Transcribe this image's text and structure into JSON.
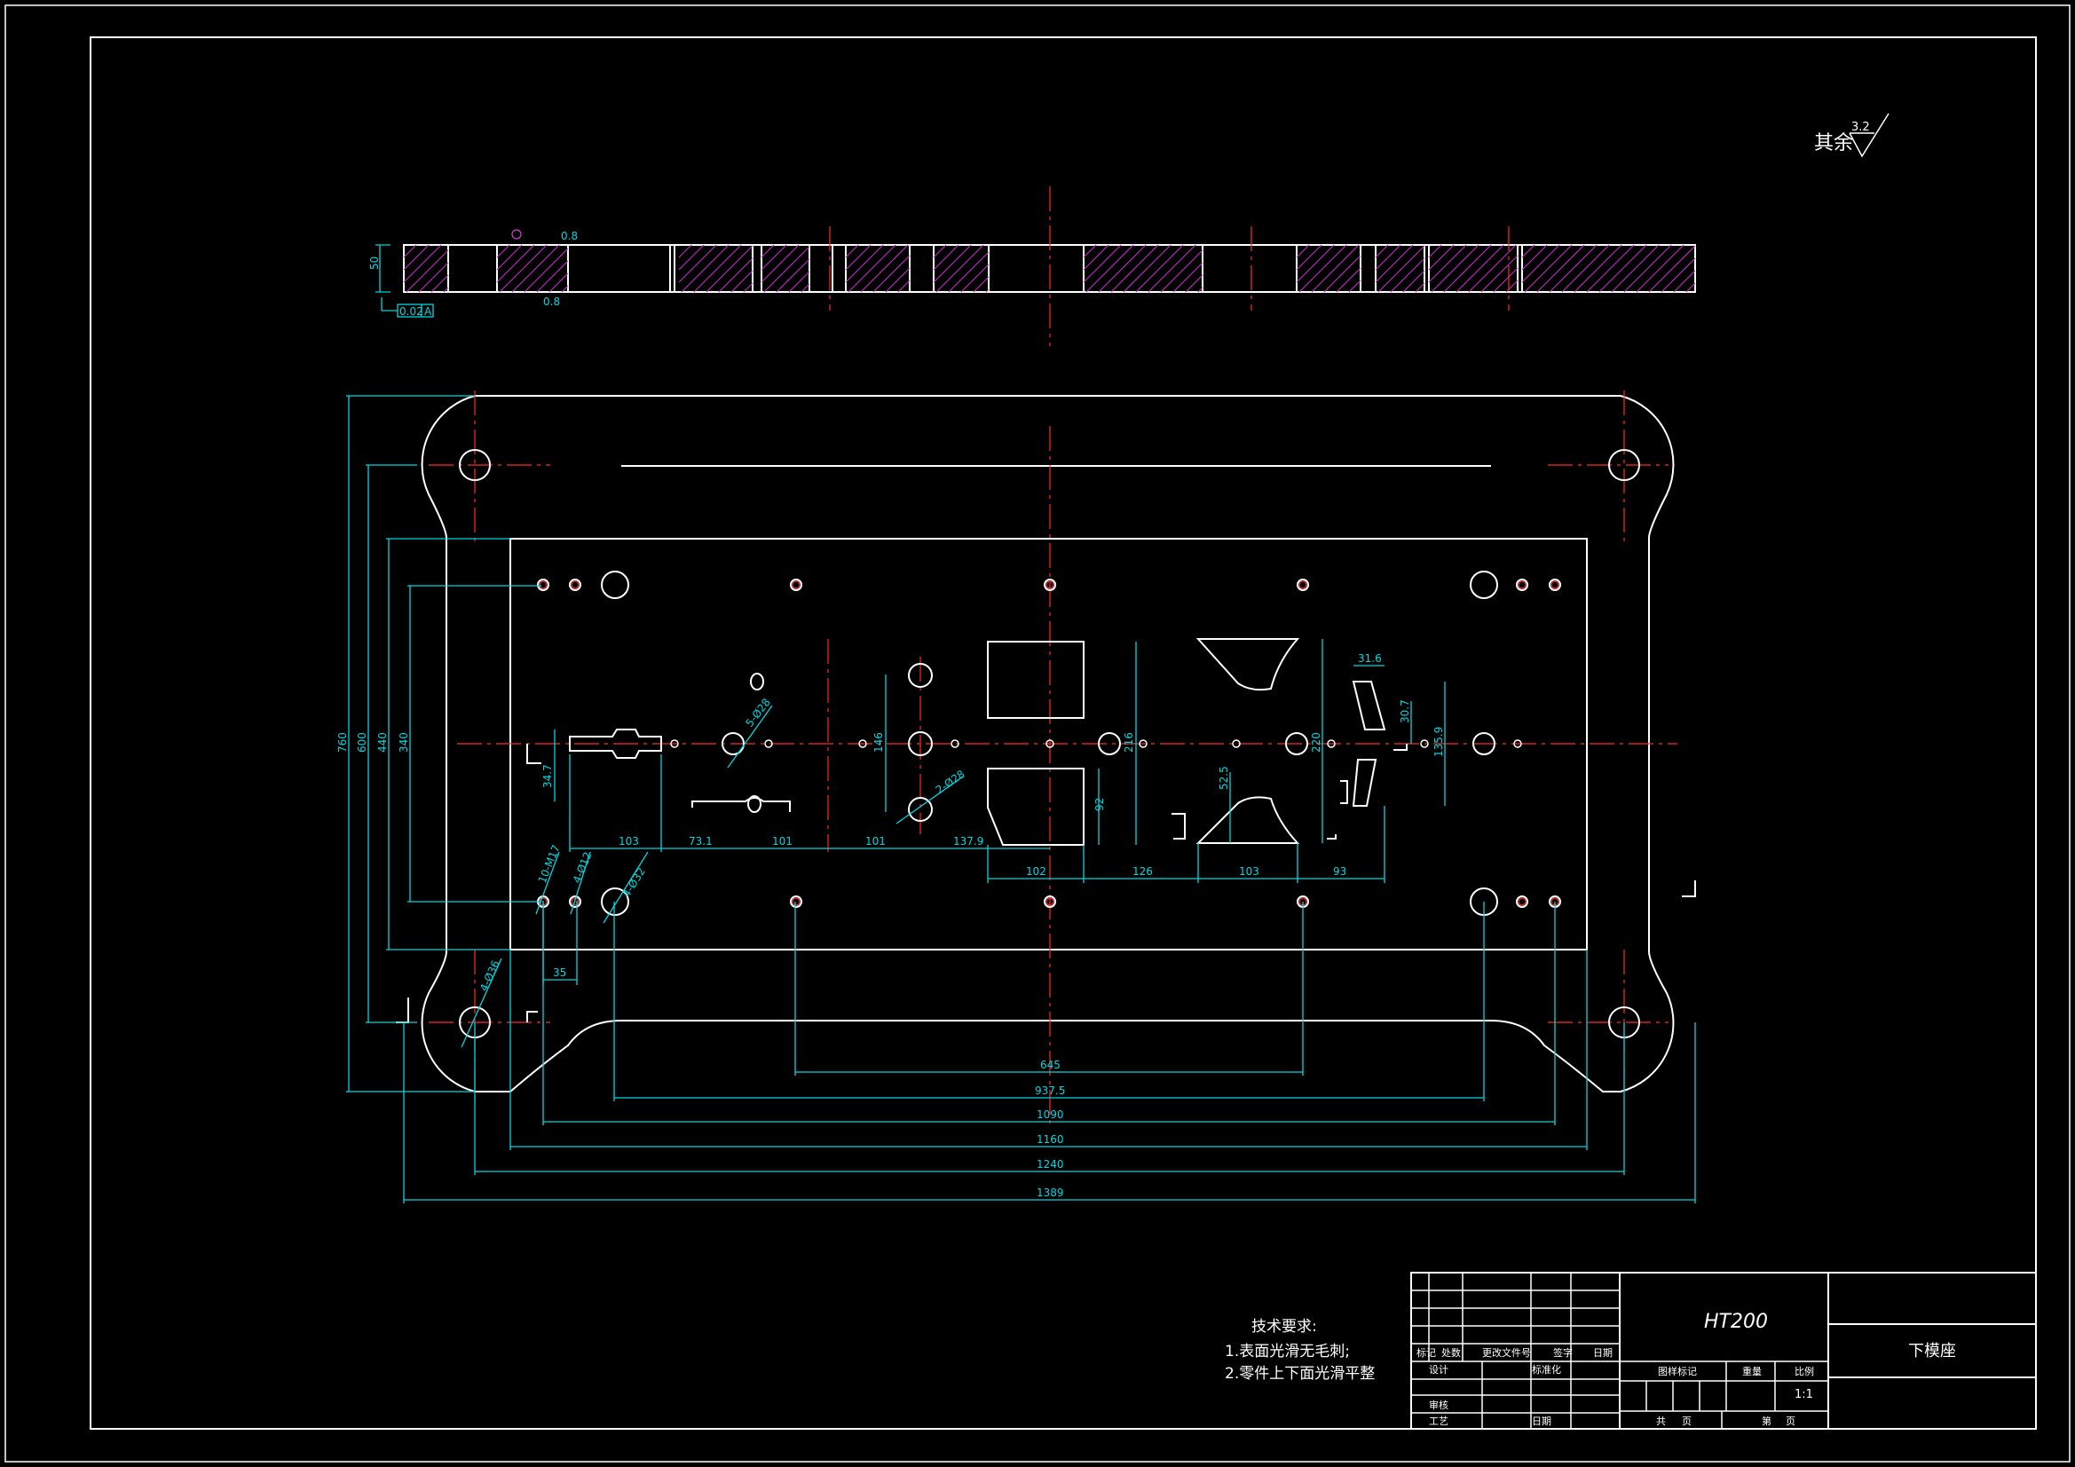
{
  "surface_finish": {
    "prefix": "其余",
    "value": "3.2"
  },
  "section_view": {
    "height_dim": "50",
    "flatness": "0.02",
    "datum": "A",
    "finish_top": "0.8",
    "finish_bottom": "0.8"
  },
  "dimensions": {
    "vertical": [
      "760",
      "600",
      "440",
      "340",
      "34.7",
      "146",
      "216",
      "92",
      "52.5",
      "220",
      "30.7",
      "135.9"
    ],
    "horizontal_small": [
      "103",
      "73.1",
      "101",
      "101",
      "137.9",
      "35",
      "31.6"
    ],
    "horizontal_right": [
      "102",
      "126",
      "103",
      "93"
    ],
    "horizontal_overall": [
      "645",
      "937.5",
      "1090",
      "1160",
      "1240",
      "1389"
    ],
    "hole_callouts": [
      "5-Ø28",
      "2-Ø28",
      "10-M17",
      "4-Ø12",
      "4-Ø32",
      "4-Ø36"
    ]
  },
  "tech_requirements": {
    "title": "技术要求:",
    "items": [
      "1.表面光滑无毛刺;",
      "2.零件上下面光滑平整"
    ]
  },
  "title_block": {
    "material": "HT200",
    "part_name": "下模座",
    "scale": "1:1",
    "row_labels": [
      "标记",
      "处数",
      "更改文件号",
      "签字",
      "日期"
    ],
    "labels_left": [
      "设计",
      "标准化",
      "审核",
      "工艺",
      "日期"
    ],
    "labels_right": [
      "图样标记",
      "重量",
      "比例",
      "共",
      "页",
      "第",
      "页"
    ]
  }
}
